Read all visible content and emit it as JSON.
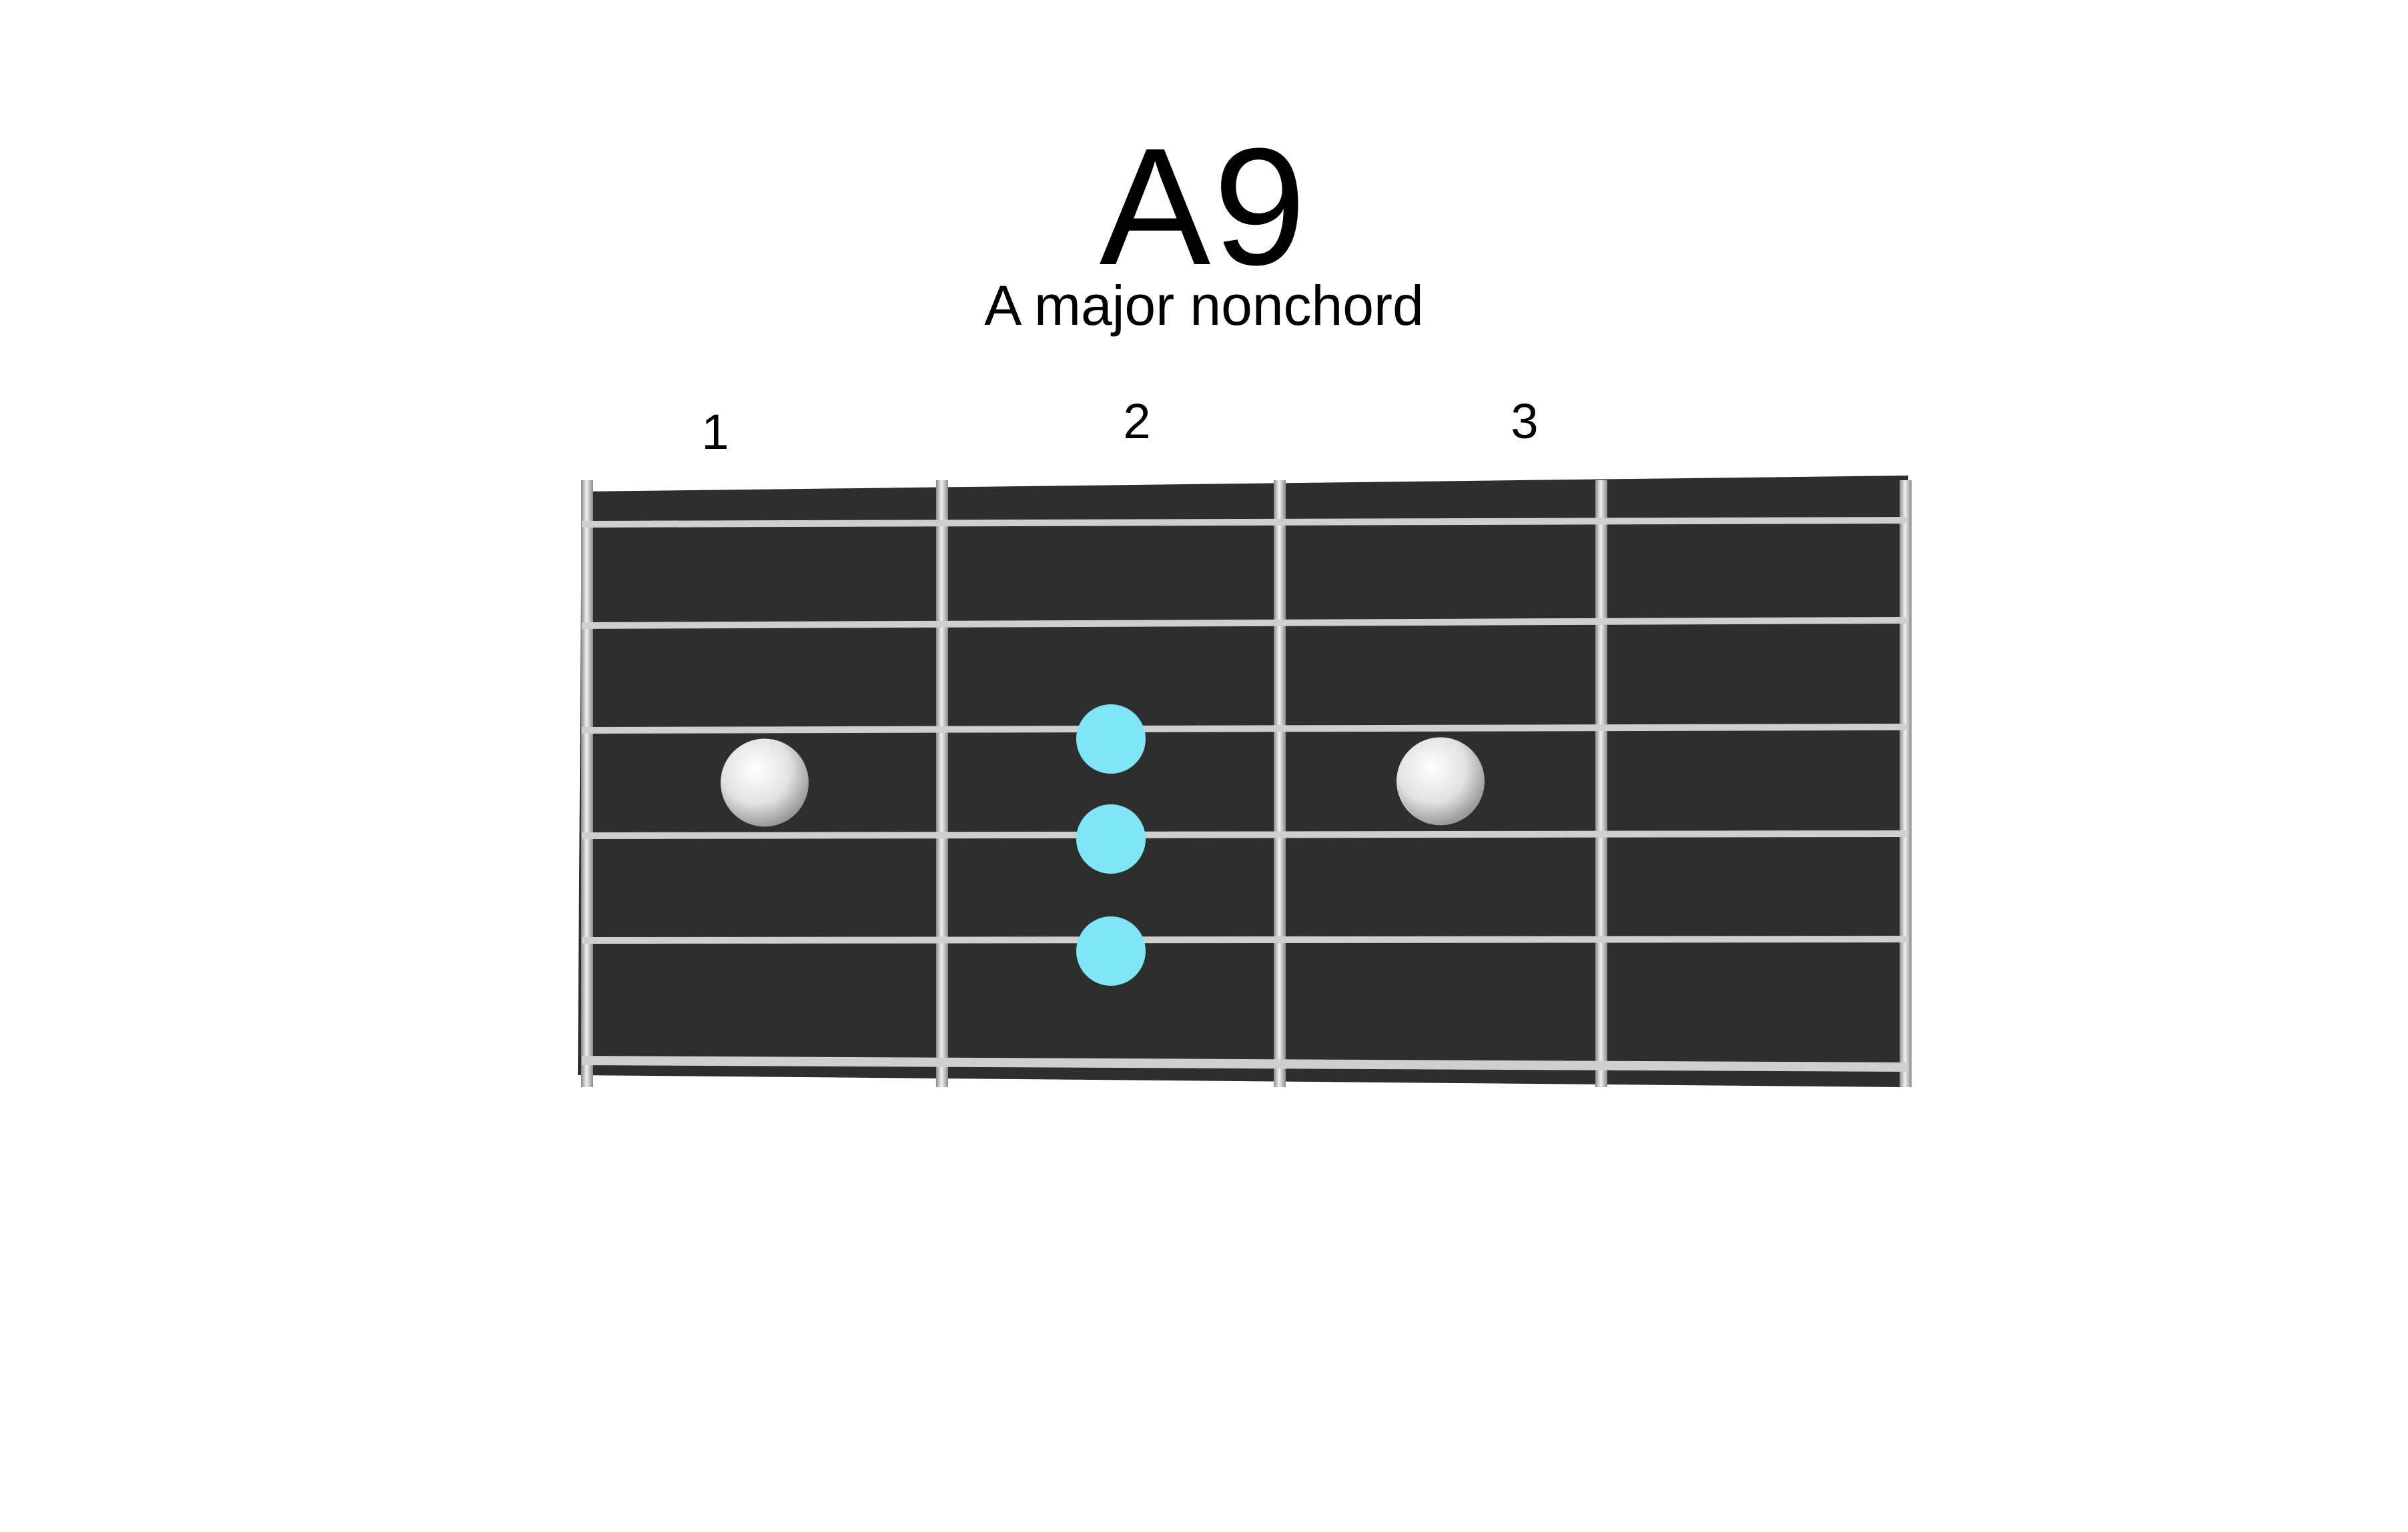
{
  "chord": {
    "name": "A9",
    "description": "A major nonchord"
  },
  "fret_numbers": [
    "1",
    "2",
    "3"
  ],
  "colors": {
    "fretboard": "#2e2e2e",
    "string": "#cfcfcf",
    "fret_wire": "#d9d9d9",
    "highlight_dot": "#7ee6f7",
    "inlay_dot": "#e6e6e6"
  },
  "fretboard": {
    "strings": 6,
    "frets_shown": 4
  },
  "chord_tones": [
    {
      "fret": 2,
      "string": 3
    },
    {
      "fret": 2,
      "string": 4
    },
    {
      "fret": 2,
      "string": 5
    }
  ],
  "inlays": [
    {
      "fret": 1
    },
    {
      "fret": 3
    }
  ]
}
